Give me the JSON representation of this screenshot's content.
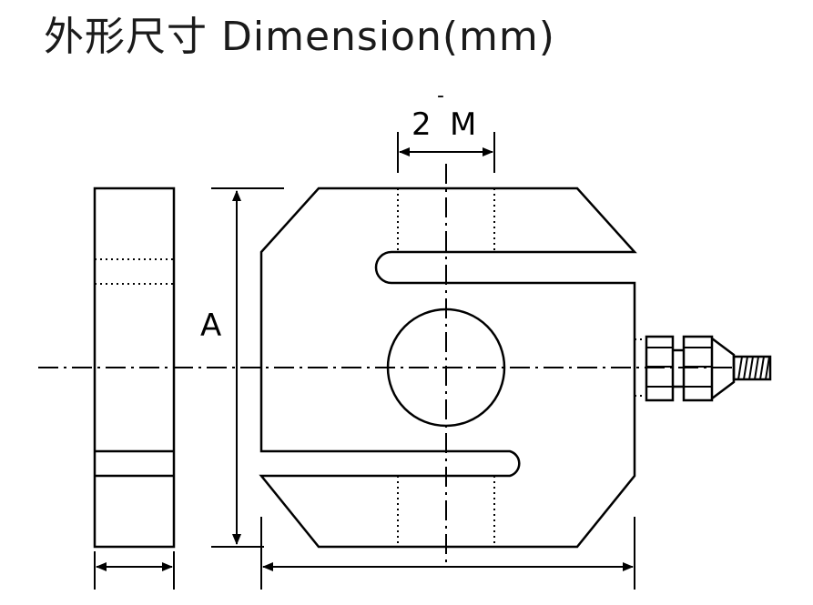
{
  "title": "外形尺寸 Dimension(mm)",
  "labels": {
    "hole_count": "2",
    "hole_dash": "-",
    "hole_thread": "M",
    "height": "A"
  }
}
